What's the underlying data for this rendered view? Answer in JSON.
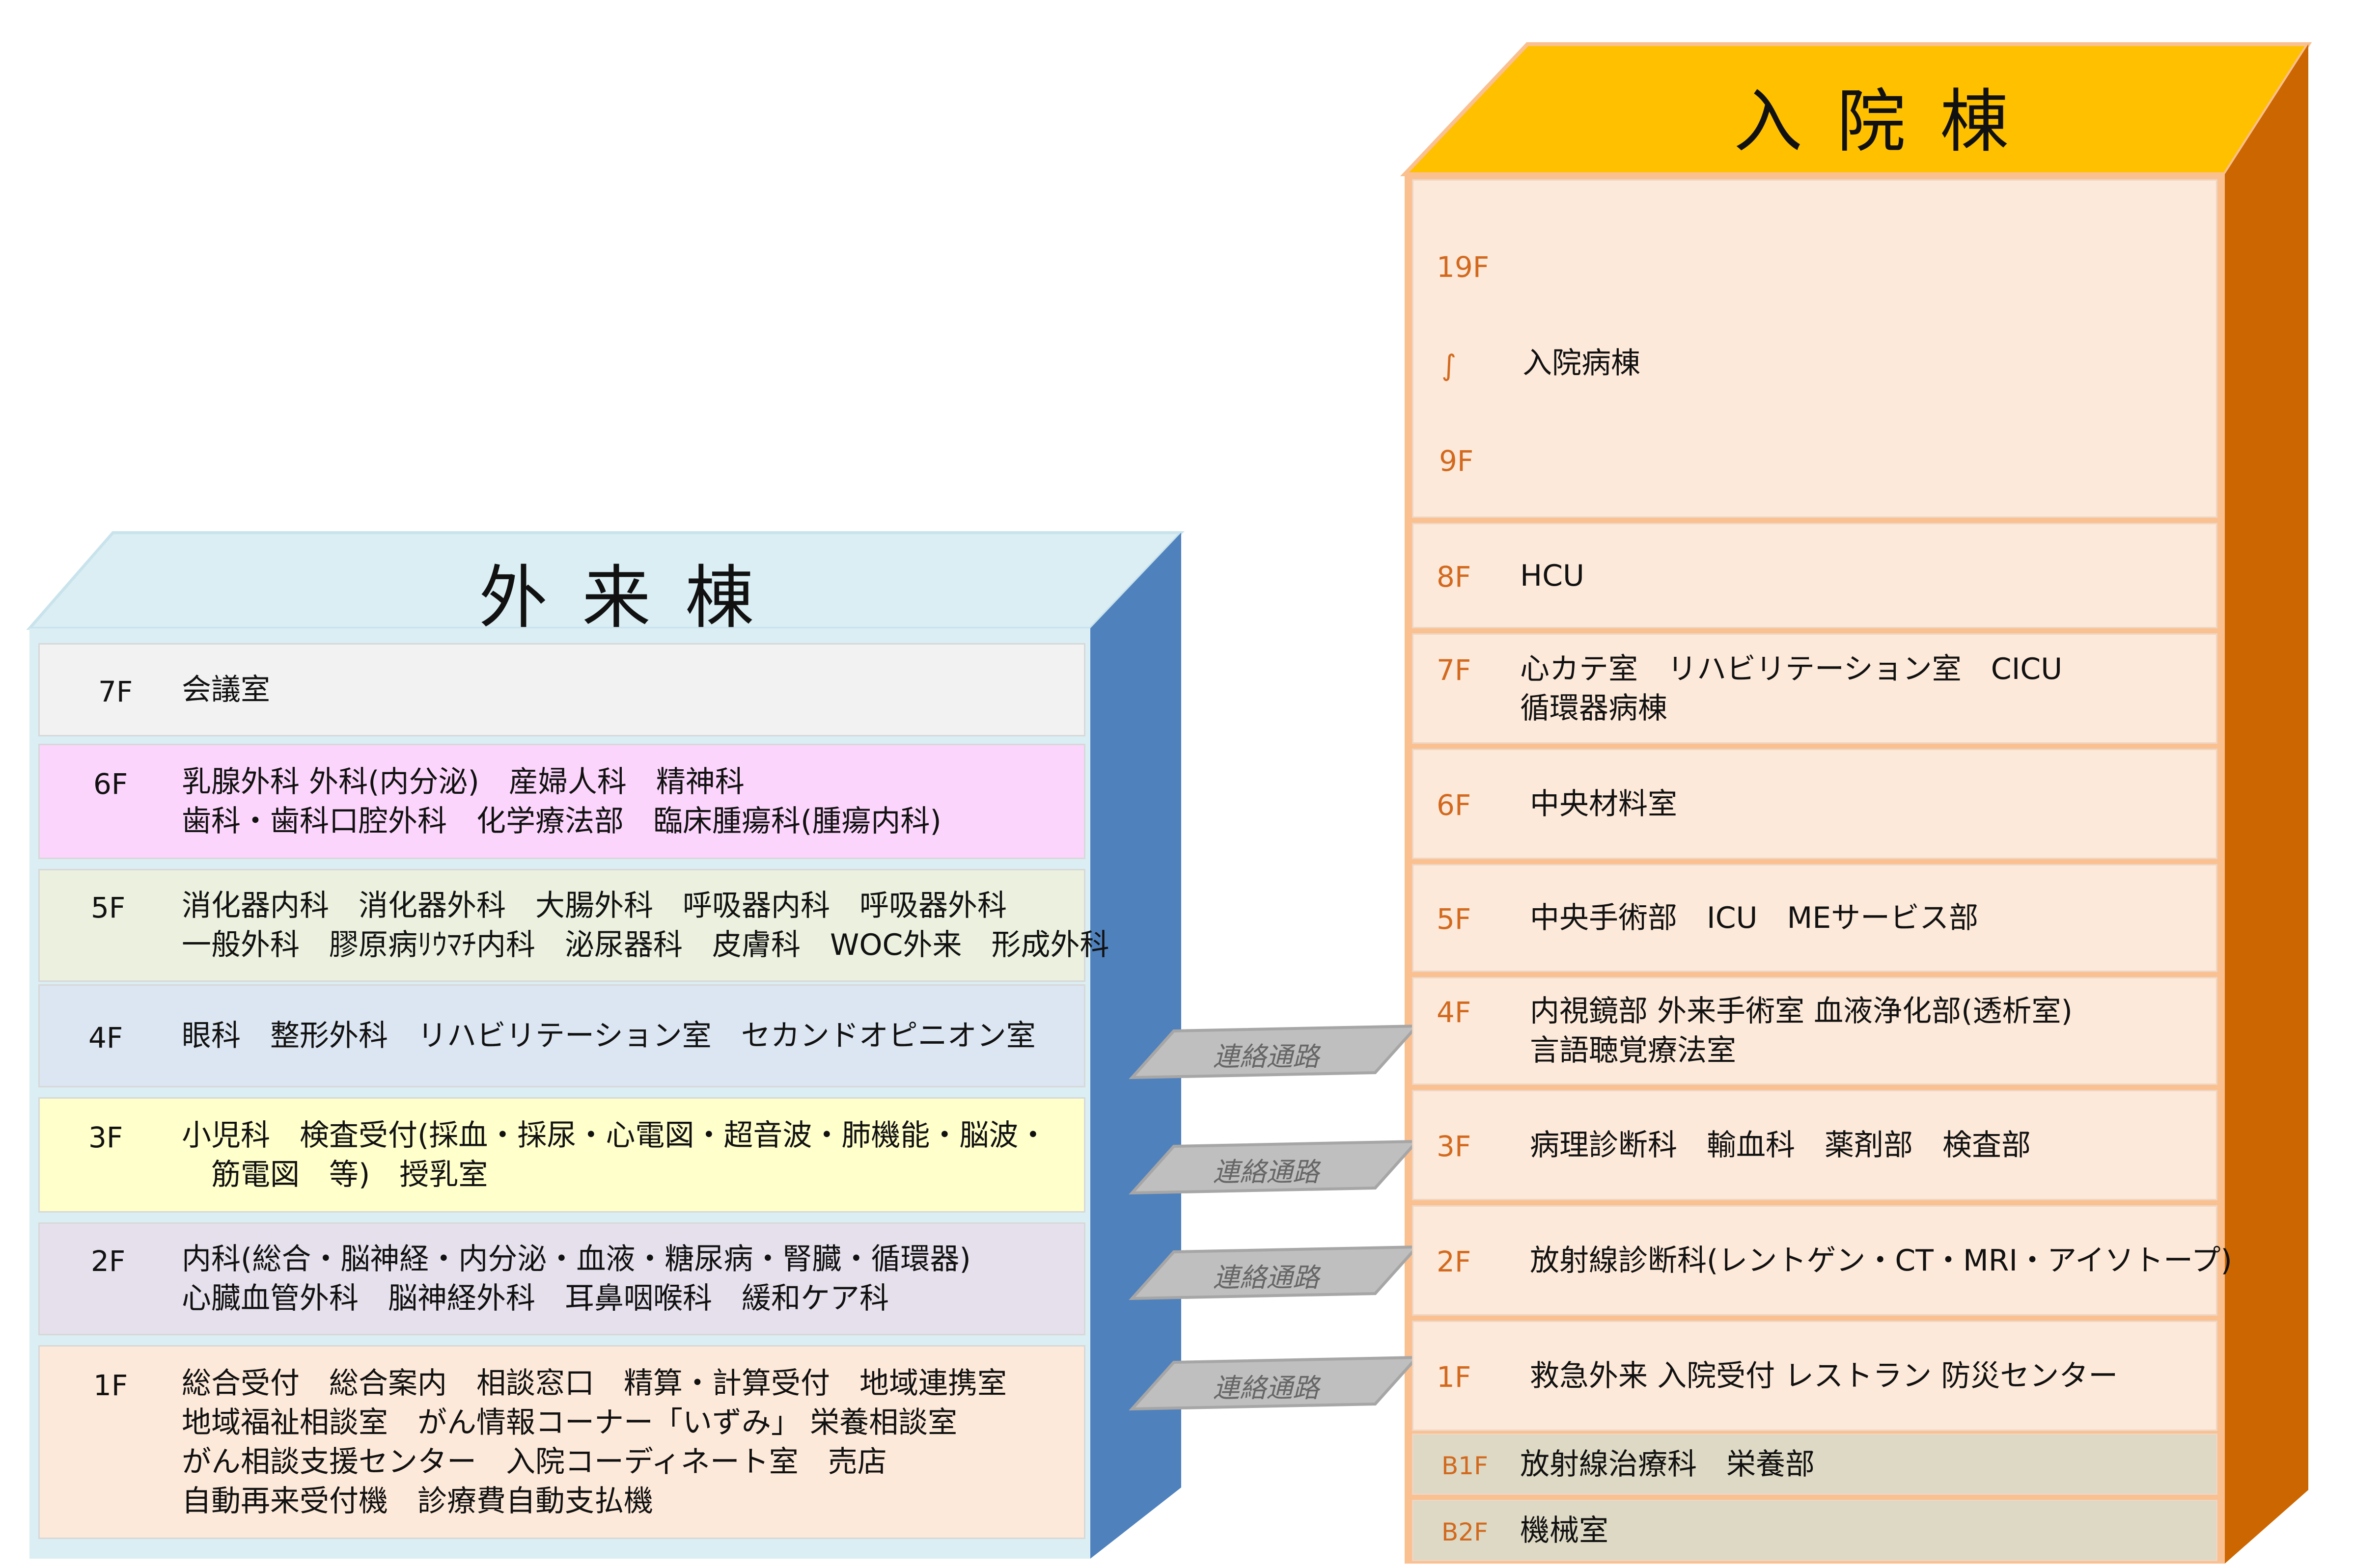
{
  "outpatient": {
    "title": "外来棟",
    "colors": {
      "roof": "#DAEEF3",
      "side": "#4F81BD",
      "frame": "#DAEEF3"
    },
    "floors": [
      {
        "label": "7F",
        "lines": [
          "会議室"
        ],
        "color": "#F2F2F2"
      },
      {
        "label": "6F",
        "lines": [
          "乳腺外科 外科(内分泌)　産婦人科　精神科",
          "歯科・歯科口腔外科　化学療法部　臨床腫瘍科(腫瘍内科)"
        ],
        "color": "#FCD5FC"
      },
      {
        "label": "5F",
        "lines": [
          "消化器内科　消化器外科　大腸外科　呼吸器内科　呼吸器外科",
          "一般外科　膠原病ﾘｳﾏﾁ内科　泌尿器科　皮膚科　WOC外来　形成外科"
        ],
        "color": "#EBF1DE"
      },
      {
        "label": "4F",
        "lines": [
          "眼科　整形外科　リハビリテーション室　セカンドオピニオン室"
        ],
        "color": "#DCE6F2"
      },
      {
        "label": "3F",
        "lines": [
          "小児科　検査受付(採血・採尿・心電図・超音波・肺機能・脳波・",
          "　筋電図　等)　授乳室"
        ],
        "color": "#FFFFCC"
      },
      {
        "label": "2F",
        "lines": [
          "内科(総合・脳神経・内分泌・血液・糖尿病・腎臓・循環器)",
          "心臓血管外科　脳神経外科　耳鼻咽喉科　緩和ケア科"
        ],
        "color": "#E6E0EC"
      },
      {
        "label": "1F",
        "lines": [
          "総合受付　総合案内　相談窓口　精算・計算受付　地域連携室",
          "地域福祉相談室　がん情報コーナー「いずみ」 栄養相談室",
          "がん相談支援センター　入院コーディネート室　売店",
          "自動再来受付機　診療費自動支払機"
        ],
        "color": "#FDE9D9"
      }
    ]
  },
  "inpatient": {
    "title": "入院棟",
    "colors": {
      "roof": "#FFC000",
      "side": "#CC6600",
      "frame": "#FAC090"
    },
    "floors": [
      {
        "label": "19F",
        "lines": [],
        "color": "#FDE9D9"
      },
      {
        "label": "8F",
        "lines": [
          "HCU"
        ],
        "color": "#FDE9D9"
      },
      {
        "label": "7F",
        "lines": [
          "心カテ室　リハビリテーション室　CICU",
          "循環器病棟"
        ],
        "color": "#FDE9D9"
      },
      {
        "label": "6F",
        "lines": [
          "中央材料室"
        ],
        "color": "#FDE9D9"
      },
      {
        "label": "5F",
        "lines": [
          "中央手術部　ICU　MEサービス部"
        ],
        "color": "#FDE9D9"
      },
      {
        "label": "4F",
        "lines": [
          "内視鏡部 外来手術室 血液浄化部(透析室)",
          "言語聴覚療法室"
        ],
        "color": "#FDE9D9"
      },
      {
        "label": "3F",
        "lines": [
          "病理診断科　輸血科　薬剤部　検査部"
        ],
        "color": "#FDE9D9"
      },
      {
        "label": "2F",
        "lines": [
          "放射線診断科(レントゲン・CT・MRI・アイソトープ)"
        ],
        "color": "#FDE9D9"
      },
      {
        "label": "1F",
        "lines": [
          "救急外来 入院受付 レストラン 防災センター"
        ],
        "color": "#FDE9D9"
      },
      {
        "label": "B1F",
        "lines": [
          "放射線治療科　栄養部"
        ],
        "color": "#DDD9C4"
      },
      {
        "label": "B2F",
        "lines": [
          "機械室"
        ],
        "color": "#DDD9C4"
      }
    ],
    "ward": {
      "label_top": "19F",
      "tilde": "∫",
      "text": "入院病棟",
      "label_bottom": "9F"
    }
  },
  "bridges": [
    {
      "label": "連絡通路"
    },
    {
      "label": "連絡通路"
    },
    {
      "label": "連絡通路"
    },
    {
      "label": "連絡通路"
    }
  ]
}
